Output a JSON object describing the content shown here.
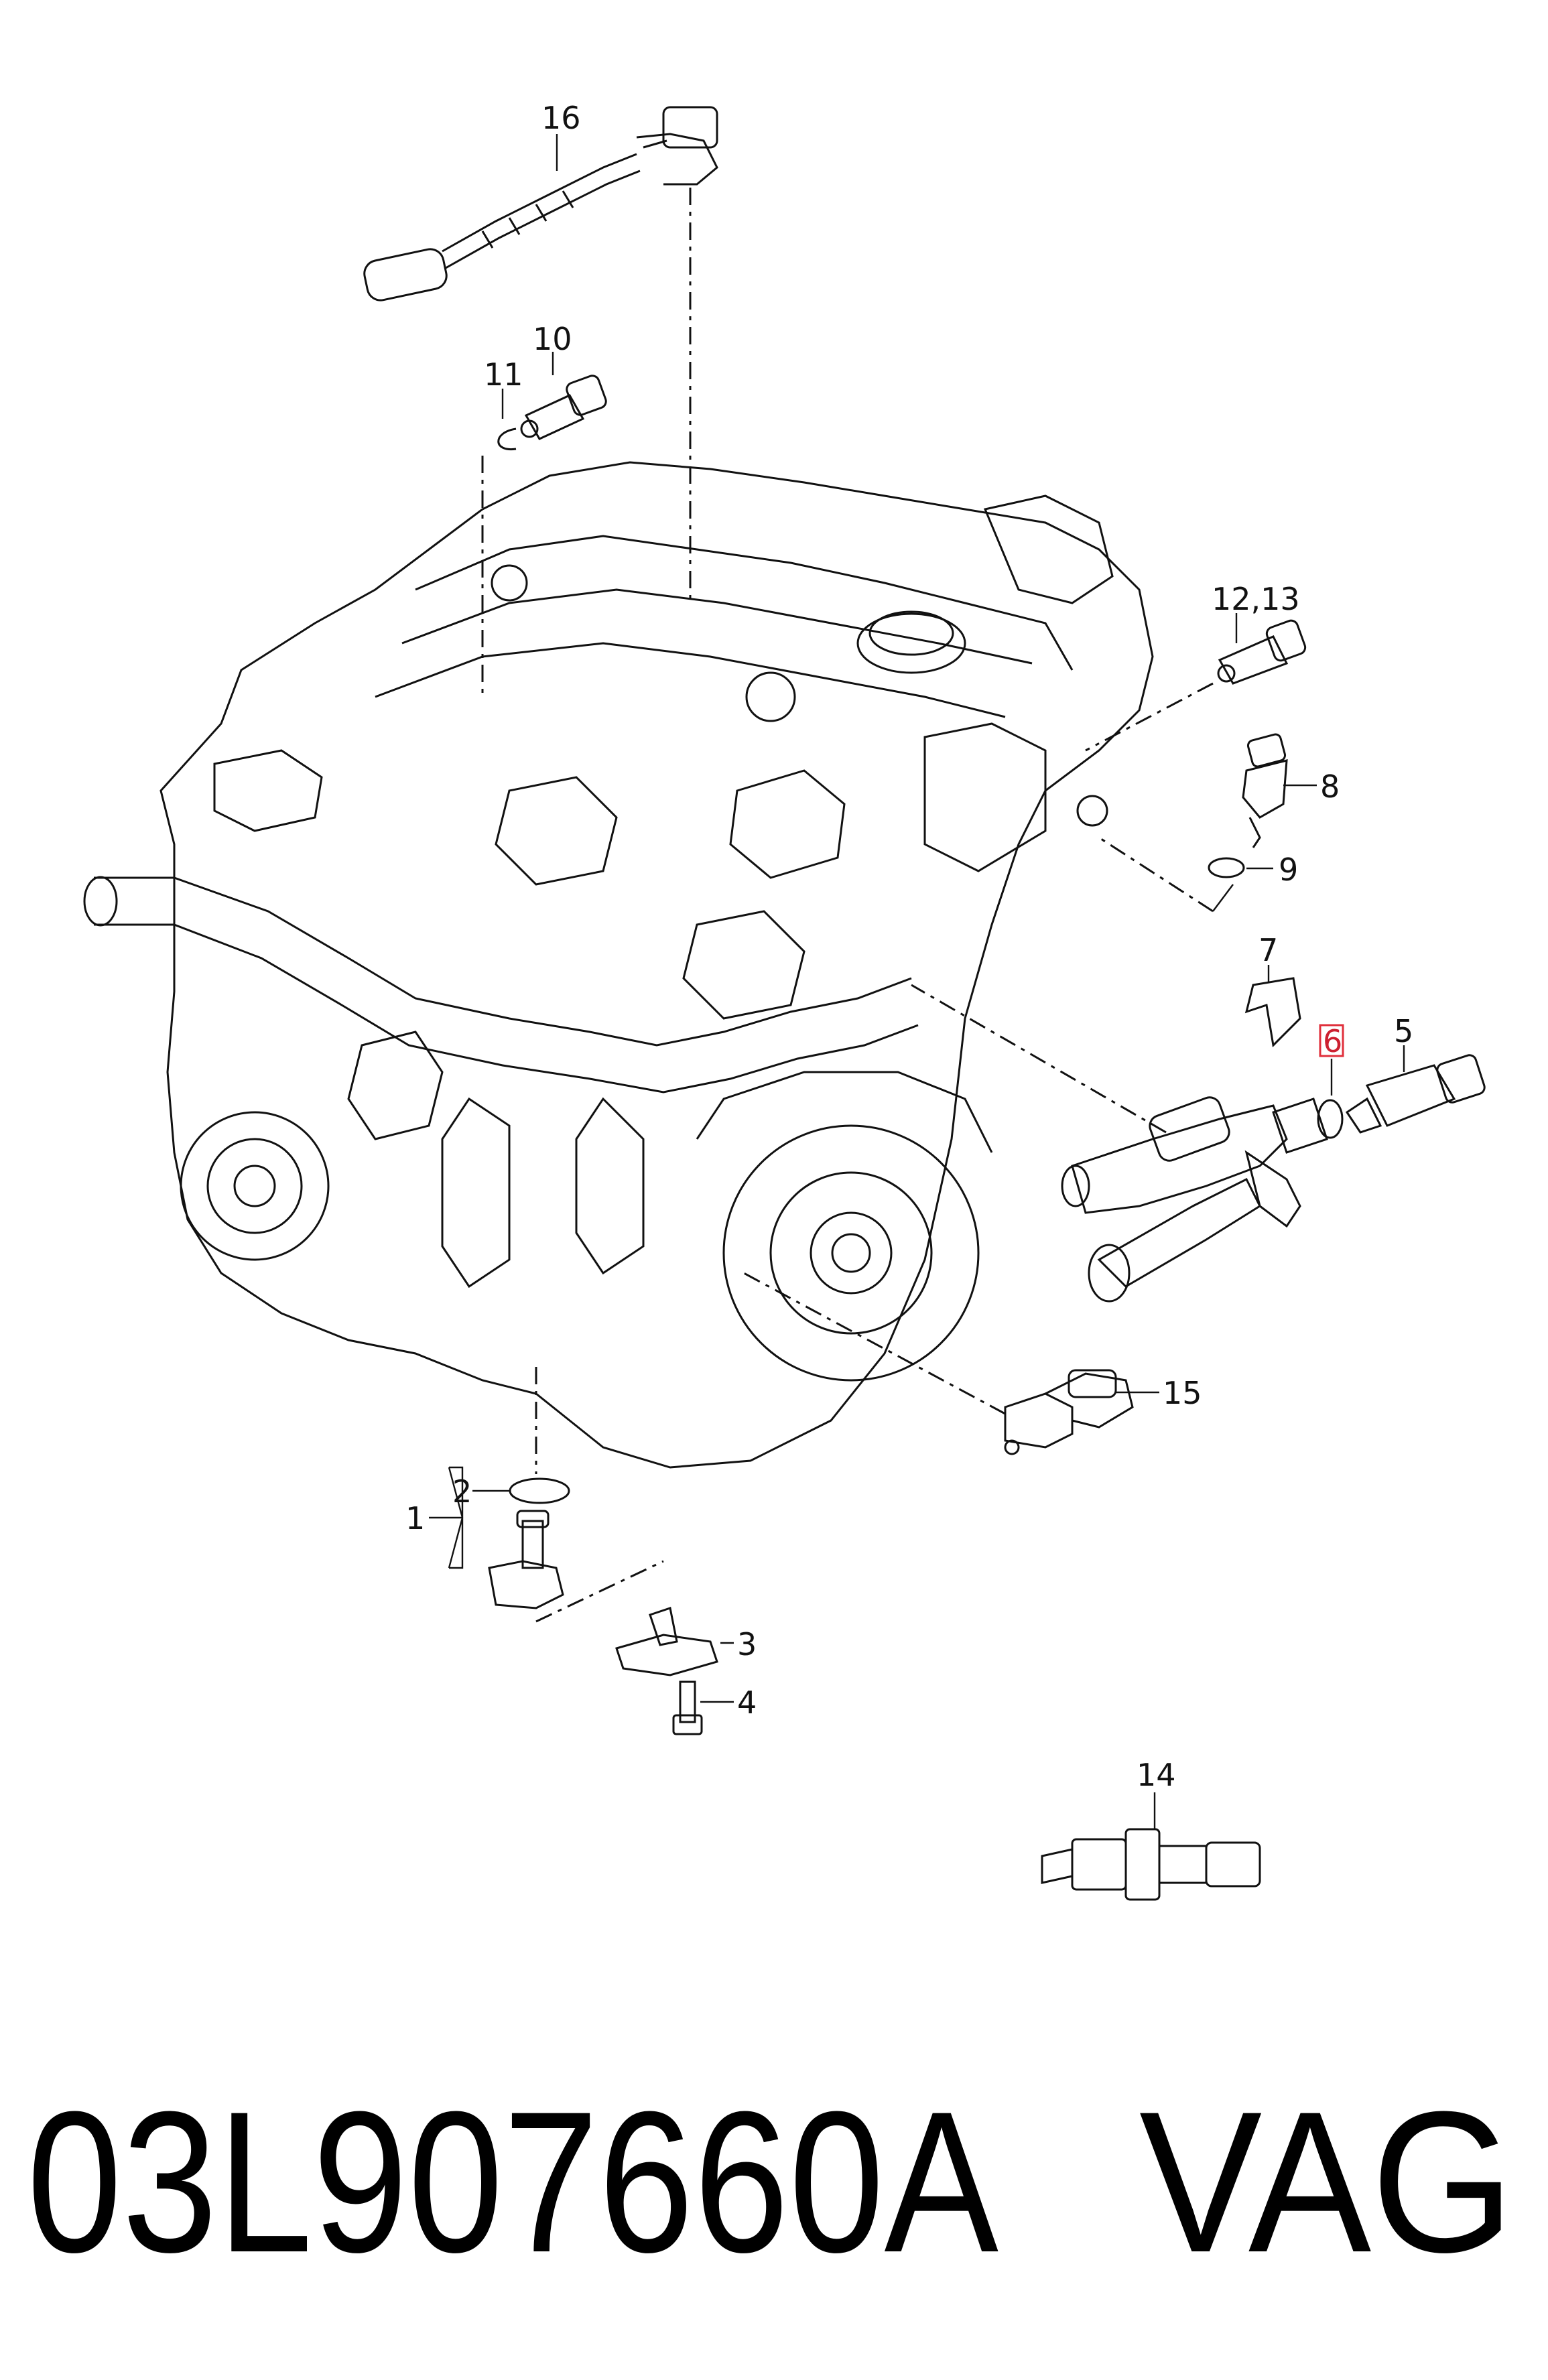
{
  "diagram": {
    "callouts": [
      {
        "id": "1",
        "label": "1"
      },
      {
        "id": "2",
        "label": "2"
      },
      {
        "id": "3",
        "label": "3"
      },
      {
        "id": "4",
        "label": "4"
      },
      {
        "id": "5",
        "label": "5"
      },
      {
        "id": "6",
        "label": "6",
        "highlighted": true,
        "highlight_color": "#e0303c"
      },
      {
        "id": "7",
        "label": "7"
      },
      {
        "id": "8",
        "label": "8"
      },
      {
        "id": "9",
        "label": "9"
      },
      {
        "id": "10",
        "label": "10"
      },
      {
        "id": "11",
        "label": "11"
      },
      {
        "id": "12_13",
        "label": "12,13"
      },
      {
        "id": "14",
        "label": "14"
      },
      {
        "id": "15",
        "label": "15"
      },
      {
        "id": "16",
        "label": "16"
      }
    ]
  },
  "footer": {
    "part_number": "03L907660A",
    "brand": "VAG"
  }
}
